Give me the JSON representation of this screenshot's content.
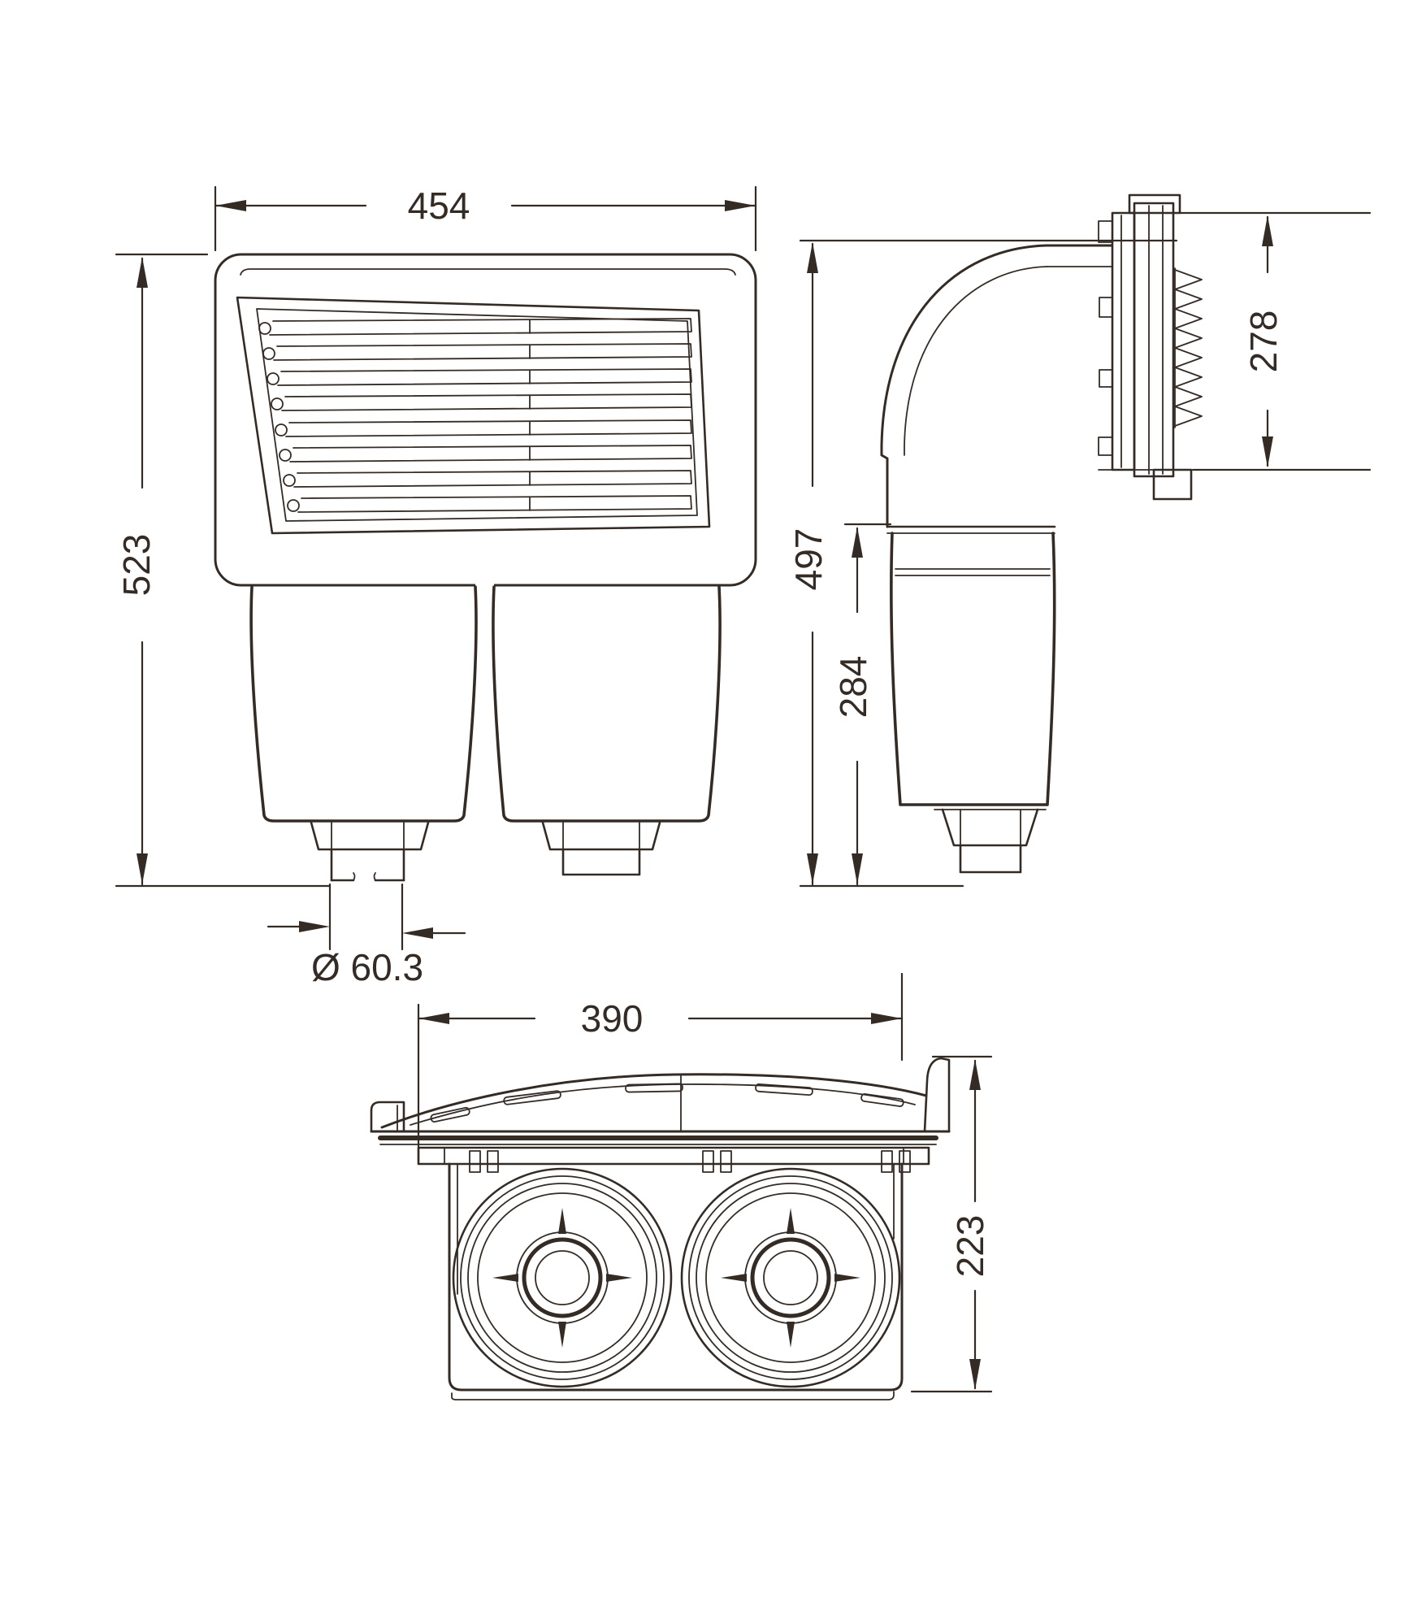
{
  "drawing": {
    "background": "#ffffff",
    "line_color": "#352b25",
    "dimensions": {
      "front_width": "454",
      "front_height": "523",
      "drain_diameter": "Ø 60.3",
      "side_total_height": "497",
      "side_lower_height": "284",
      "faceplate_height": "278",
      "top_width": "390",
      "top_depth": "223"
    }
  }
}
